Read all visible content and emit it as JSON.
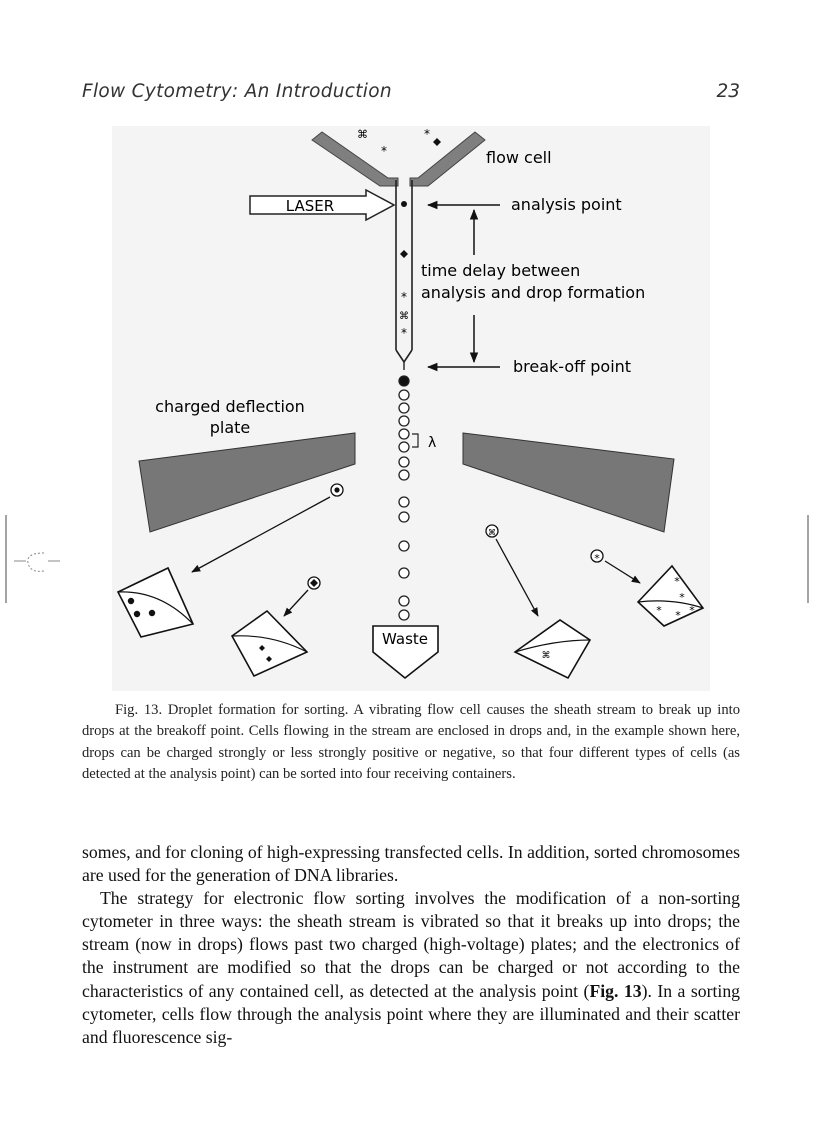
{
  "header": {
    "running_title": "Flow Cytometry: An Introduction",
    "page_number": "23"
  },
  "figure": {
    "labels": {
      "flow_cell": "flow cell",
      "laser": "LASER",
      "analysis_point": "analysis point",
      "time_delay_line1": "time delay between",
      "time_delay_line2": "analysis and drop formation",
      "break_off_point": "break-off point",
      "charged_plate_line1": "charged deflection",
      "charged_plate_line2": "plate",
      "lambda": "λ",
      "waste": "Waste"
    },
    "symbols": {
      "command": "⌘",
      "star": "*"
    }
  },
  "caption": {
    "text": "Fig. 13. Droplet formation for sorting. A vibrating flow cell causes the sheath stream to break up into drops at the breakoff point. Cells flowing in the stream are enclosed in drops and, in the example shown here, drops can be charged strongly or less strongly positive or negative, so that four different types of cells (as detected at the analysis point) can be sorted into four receiving containers."
  },
  "body": {
    "p1": "somes, and for cloning of high-expressing transfected cells. In addition, sorted chromosomes are used for the generation of DNA libraries.",
    "p2_a": "The strategy for electronic flow sorting involves the modification of a non-sorting cytometer in three ways: the sheath stream is vibrated so that it breaks up into drops; the stream (now in drops) flows past two charged (high-voltage) plates; and the electronics of the instrument are modified so that the drops can be charged or not according to the characteristics of any contained cell, as detected at the analysis point (",
    "p2_ref": "Fig. 13",
    "p2_b": "). In a sorting cytometer, cells flow through the analysis point where they are illuminated and their scatter and fluorescence sig-"
  }
}
